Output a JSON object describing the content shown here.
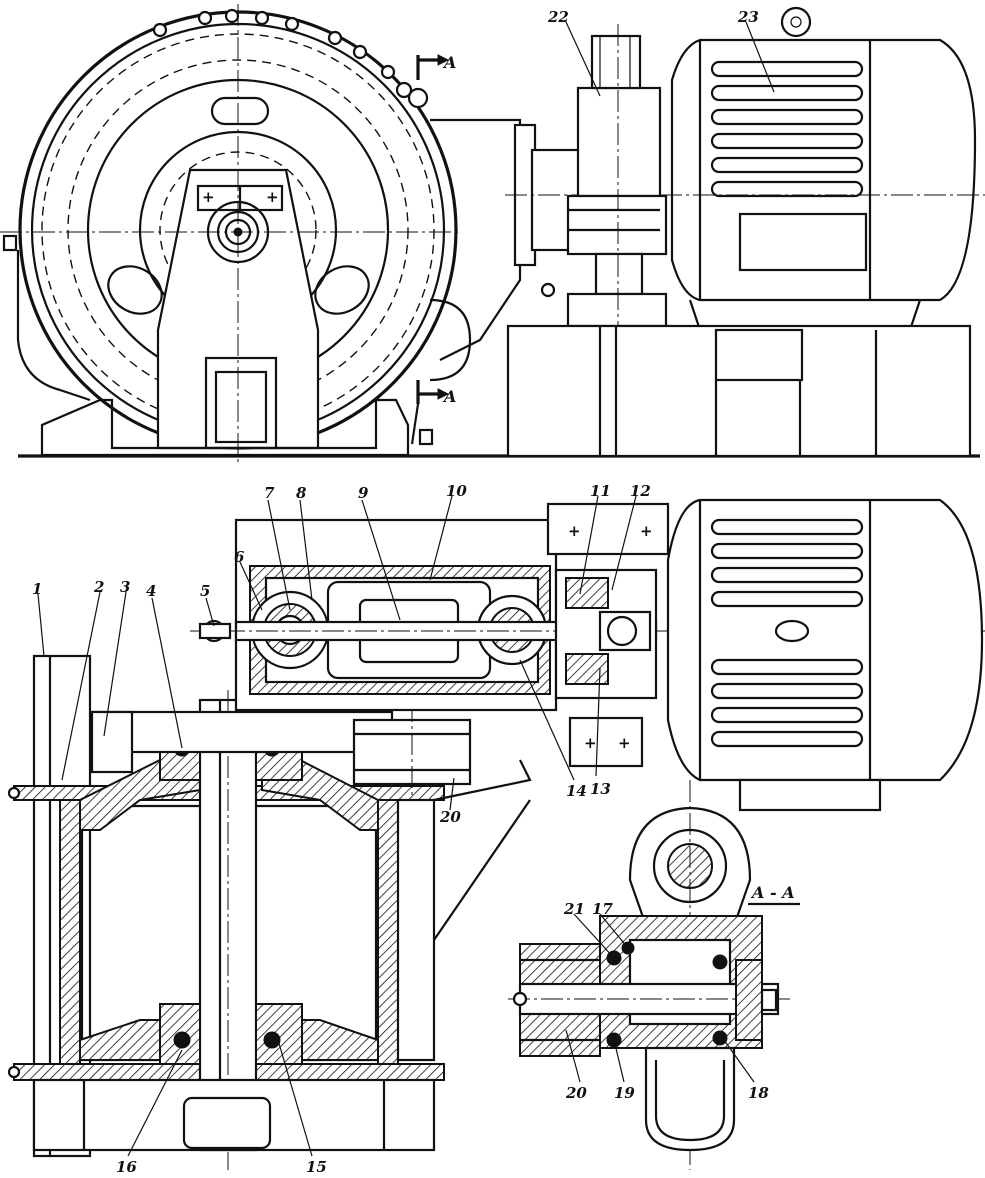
{
  "labels": {
    "p1": "1",
    "p2": "2",
    "p3": "3",
    "p4": "4",
    "p5": "5",
    "p6": "6",
    "p7": "7",
    "p8": "8",
    "p9": "9",
    "p10": "10",
    "p11": "11",
    "p12": "12",
    "p13": "13",
    "p14": "14",
    "p15": "15",
    "p16": "16",
    "p17": "17",
    "p18": "18",
    "p19": "19",
    "p20a": "20",
    "p20b": "20",
    "p21": "21",
    "p22": "22",
    "p23": "23"
  },
  "section_marks": {
    "cut_top": "A",
    "cut_bottom": "A",
    "section_title": "A - A"
  }
}
